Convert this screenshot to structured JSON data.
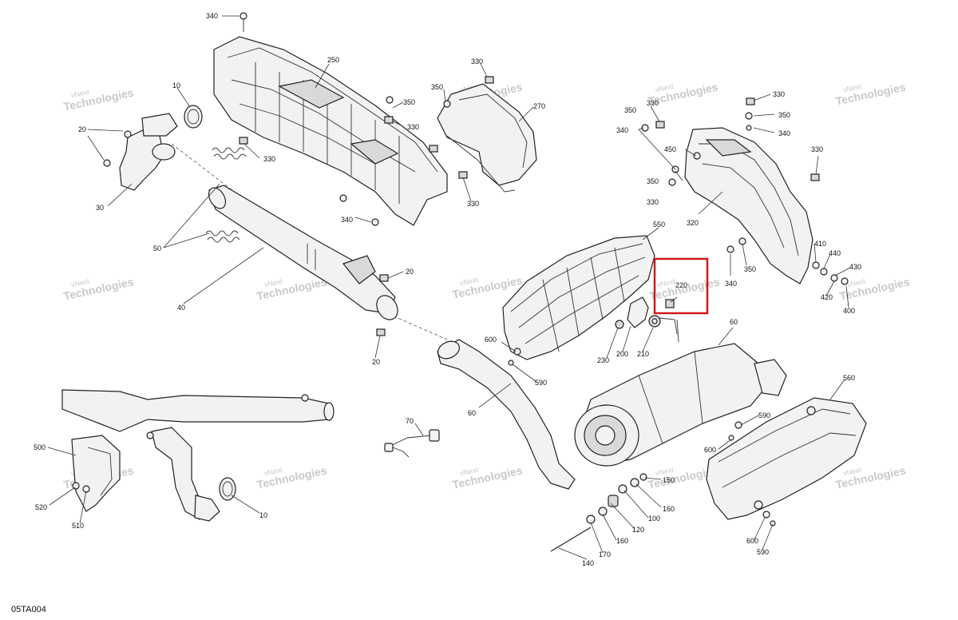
{
  "diagram": {
    "code": "05TA004",
    "watermark_line1": "vNext",
    "watermark_line2": "Technologies",
    "highlight_color": "#d0191b",
    "callouts": {
      "c340a": "340",
      "c250": "250",
      "c10a": "10",
      "c20a": "20",
      "c30": "30",
      "c330a": "330",
      "c350a": "350",
      "c330b": "330",
      "c340b": "340",
      "c330c": "330",
      "c350b": "350",
      "c270": "270",
      "c330d": "330",
      "c50": "50",
      "c20b": "20",
      "c40": "40",
      "c20c": "20",
      "c330e": "330",
      "c350c": "350",
      "c330f": "330",
      "c340c": "340",
      "c450": "450",
      "c350d": "350",
      "c330g": "330",
      "c330h": "330",
      "c320": "320",
      "c340d": "340",
      "c350e": "350",
      "c410": "410",
      "c440": "440",
      "c430": "430",
      "c420": "420",
      "c400": "400",
      "c550": "550",
      "c220": "220",
      "c60a": "60",
      "c600a": "600",
      "c590a": "590",
      "c230": "230",
      "c200": "200",
      "c210": "210",
      "c60b": "60",
      "c560": "560",
      "c590b": "590",
      "c600b": "600",
      "c70": "70",
      "c500": "500",
      "c520": "520",
      "c510": "510",
      "c10b": "10",
      "c150": "150",
      "c160a": "160",
      "c100": "100",
      "c120": "120",
      "c160b": "160",
      "c170": "170",
      "c140": "140",
      "c600c": "600",
      "c590c": "590"
    }
  }
}
